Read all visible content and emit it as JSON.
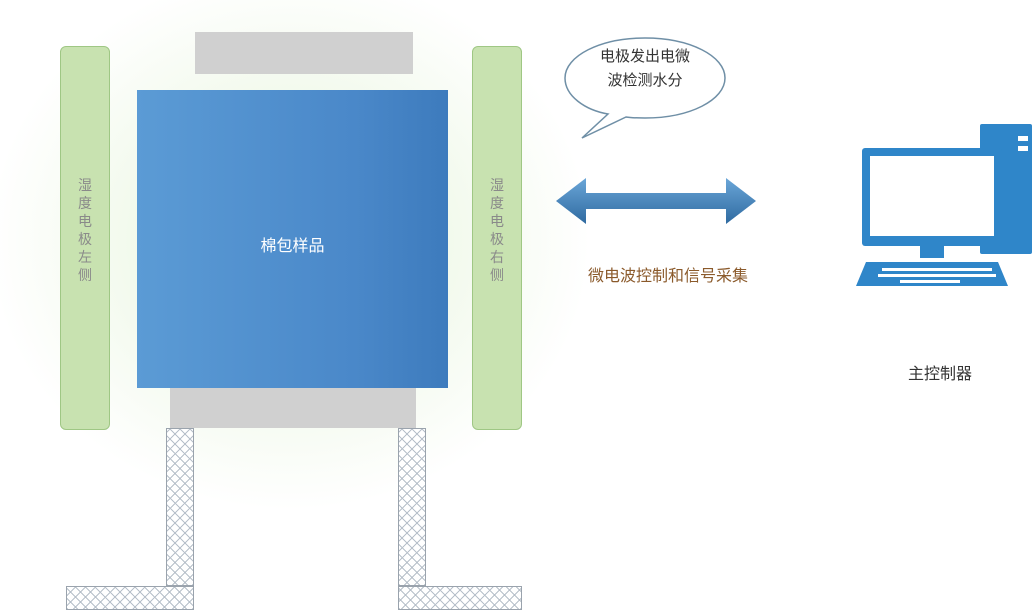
{
  "diagram": {
    "sample_label": "棉包样品",
    "left_electrode_label": "湿度电极左侧",
    "right_electrode_label": "湿度电极右侧",
    "bubble_line1": "电极发出电微",
    "bubble_line2": "波检测水分",
    "link_label": "微电波控制和信号采集",
    "controller_label": "主控制器"
  },
  "colors": {
    "sample_blue": "#4a88c9",
    "electrode_green": "#c8e2b0",
    "plate_gray": "#d0d0d0",
    "arrow_blue": "#3f7fb5",
    "computer_blue": "#2f86c9",
    "link_text": "#8b5a2b"
  }
}
